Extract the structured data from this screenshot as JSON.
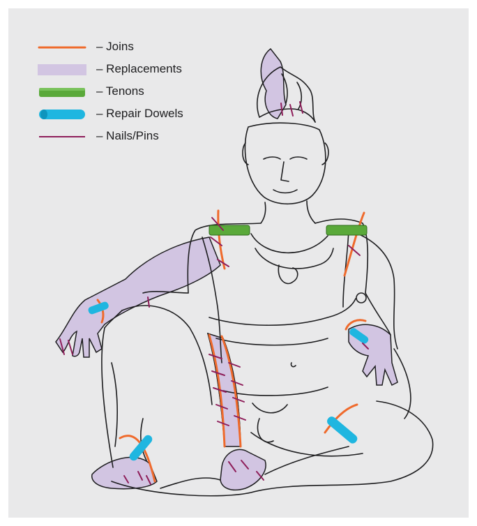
{
  "legend": {
    "items": [
      {
        "key": "joins",
        "label": "– Joins",
        "color": "#ef6a2c",
        "icon": "orange-line"
      },
      {
        "key": "replacements",
        "label": "– Replacements",
        "color": "#d2c5e2",
        "icon": "lavender-bar"
      },
      {
        "key": "tenons",
        "label": "– Tenons",
        "color": "#5aa93a",
        "icon": "green-cylinder"
      },
      {
        "key": "dowels",
        "label": "– Repair Dowels",
        "color": "#1fb6e0",
        "icon": "blue-cylinder"
      },
      {
        "key": "nails",
        "label": "– Nails/Pins",
        "color": "#8e1e5a",
        "icon": "maroon-line"
      }
    ]
  }
}
